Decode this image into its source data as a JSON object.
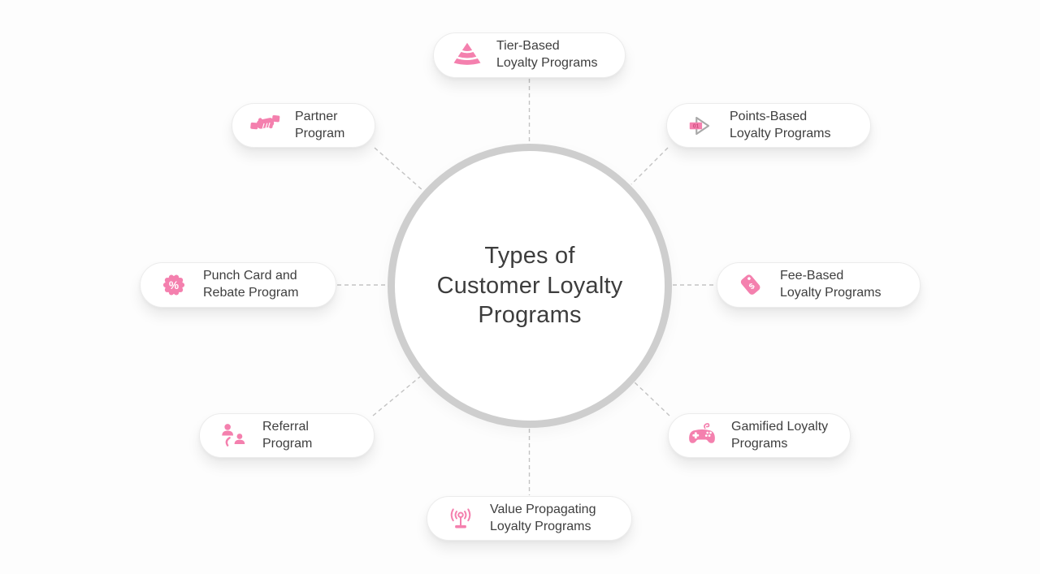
{
  "diagram": {
    "title": "Types of Customer Loyalty Programs",
    "title_lines": [
      "Types of",
      "Customer Loyalty",
      "Programs"
    ],
    "nodes": [
      {
        "id": "tier-based",
        "icon": "pyramid-icon",
        "line1": "Tier-Based",
        "line2": "Loyalty Programs"
      },
      {
        "id": "points-based",
        "icon": "play-number-icon",
        "badge": "01",
        "line1": "Points-Based",
        "line2": "Loyalty Programs"
      },
      {
        "id": "fee-based",
        "icon": "price-tag-icon",
        "tag_symbol": "$",
        "line1": "Fee-Based",
        "line2": "Loyalty Programs"
      },
      {
        "id": "gamified",
        "icon": "gamepad-icon",
        "line1": "Gamified Loyalty",
        "line2": "Programs"
      },
      {
        "id": "value-propagating",
        "icon": "broadcast-icon",
        "line1": "Value Propagating",
        "line2": "Loyalty Programs"
      },
      {
        "id": "referral",
        "icon": "people-referral-icon",
        "line1": "Referral",
        "line2": "Program"
      },
      {
        "id": "punch-card",
        "icon": "discount-badge-icon",
        "badge_symbol": "%",
        "line1": "Punch Card and",
        "line2": "Rebate Program"
      },
      {
        "id": "partner",
        "icon": "handshake-icon",
        "line1": "Partner",
        "line2": "Program"
      }
    ],
    "colors": {
      "icon_pink": "#f480ae",
      "circle_border": "#cecece",
      "dashed_line": "#c3c3c3",
      "text_dark": "#3d3d3d",
      "pill_background": "#ffffff"
    }
  }
}
